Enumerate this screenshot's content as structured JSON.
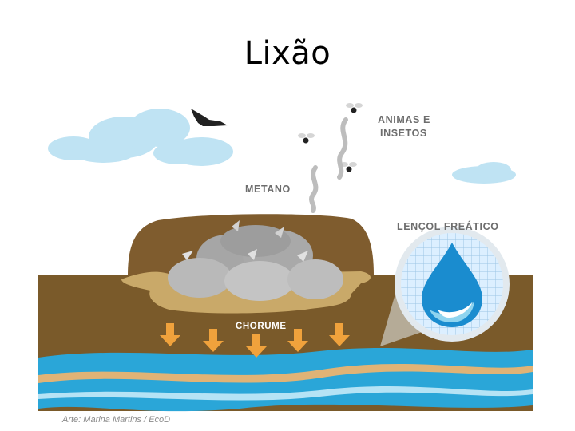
{
  "slide": {
    "title": "Lixão"
  },
  "diagram": {
    "labels": {
      "animals": [
        "ANIMAS E",
        "INSETOS"
      ],
      "methane": "METANO",
      "groundwater": "LENÇOL FREÁTICO",
      "leachate": "CHORUME"
    },
    "credit": "Arte: Marina Martins / EcoD",
    "colors": {
      "soil": "#7a5a2a",
      "mound": "#7f5c2e",
      "leachate_pool": "#c9a969",
      "water": "#2aa6d8",
      "water_band": "#e0b376",
      "arrows": "#f0a23c",
      "clouds": "#bfe3f3",
      "bags": "#b9b9b9"
    },
    "icons": [
      "bird-icon",
      "fly-icon",
      "water-drop-icon",
      "methane-smoke-icon",
      "down-arrow-icon",
      "cloud-icon"
    ]
  }
}
